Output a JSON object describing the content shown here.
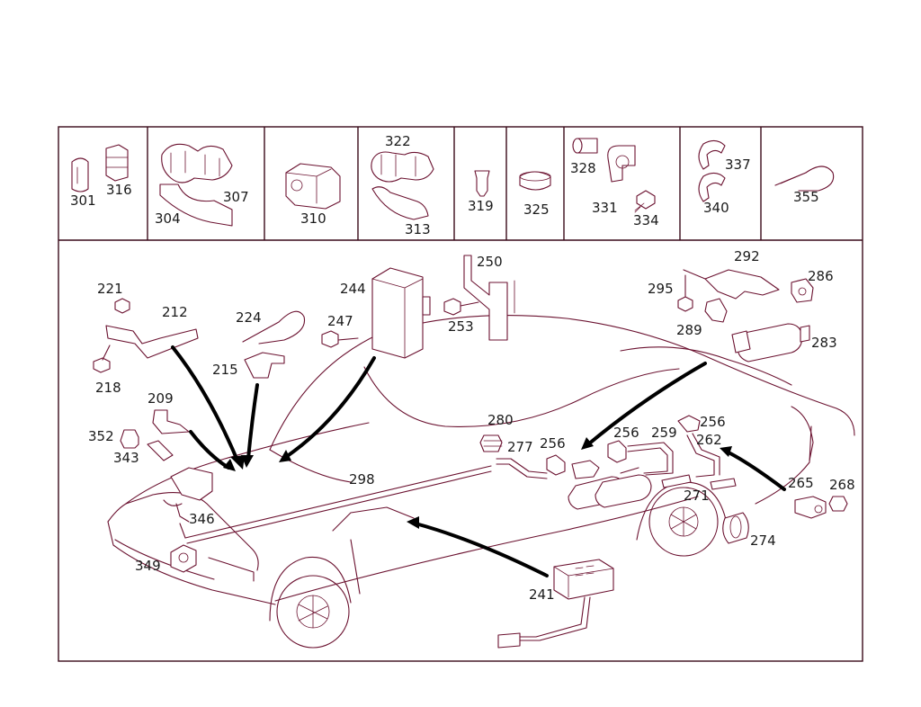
{
  "colors": {
    "line": "#6b1230",
    "frame": "#3a0a1a",
    "arrow": "#000000",
    "text": "#1a1a1a"
  },
  "labels": {
    "p301": "301",
    "p316": "316",
    "p304": "304",
    "p307": "307",
    "p310": "310",
    "p322": "322",
    "p313": "313",
    "p319": "319",
    "p325": "325",
    "p328": "328",
    "p331": "331",
    "p334": "334",
    "p337": "337",
    "p340": "340",
    "p355": "355",
    "p221": "221",
    "p212": "212",
    "p218": "218",
    "p224": "224",
    "p215": "215",
    "p247": "247",
    "p244": "244",
    "p250": "250",
    "p253": "253",
    "p292": "292",
    "p286": "286",
    "p295": "295",
    "p289": "289",
    "p283": "283",
    "p209": "209",
    "p352": "352",
    "p343": "343",
    "p346": "346",
    "p349": "349",
    "p298": "298",
    "p280": "280",
    "p277": "277",
    "p256a": "256",
    "p256b": "256",
    "p256c": "256",
    "p259": "259",
    "p262": "262",
    "p271": "271",
    "p265": "265",
    "p268": "268",
    "p274": "274",
    "p241": "241"
  }
}
